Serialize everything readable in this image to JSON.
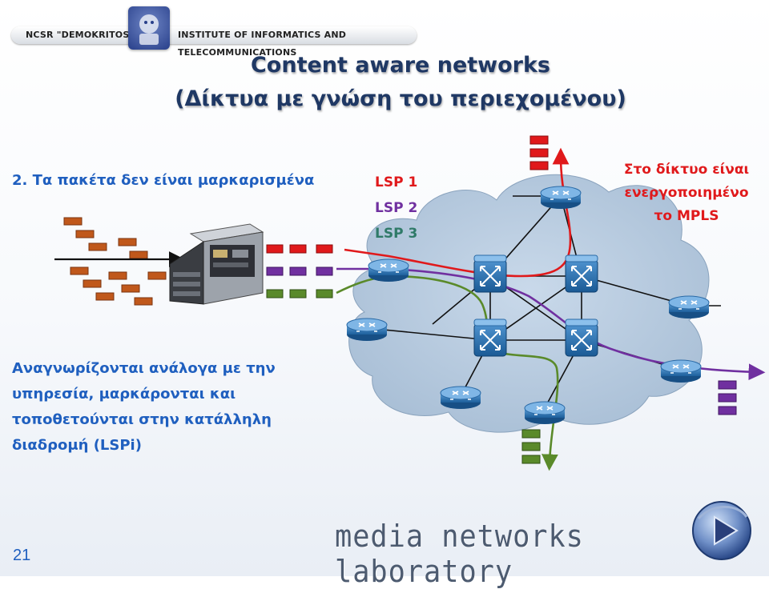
{
  "header": {
    "org_label": "NCSR \"DEMOKRITOS\"",
    "institute_label": "INSTITUTE OF INFORMATICS AND TELECOMMUNICATIONS"
  },
  "title": {
    "line1": "Content aware networks",
    "line2": "(Δίκτυα με γνώση του περιεχομένου)"
  },
  "step_text": "2. Τα πακέτα δεν είναι μαρκαρισμένα",
  "description_lines": [
    "Αναγνωρίζονται ανάλογα με την",
    "υπηρεσία, μαρκάρονται και",
    "τοποθετούνται στην κατάλληλη",
    "διαδρομή (LSPi)"
  ],
  "lsp_labels": [
    "LSP 1",
    "LSP 2",
    "LSP 3"
  ],
  "mpls_note_lines": [
    "Στο δίκτυο είναι",
    "ενεργοποιημένο",
    "το MPLS"
  ],
  "colors": {
    "lsp1": "#e0191b",
    "lsp2": "#7030a0",
    "lsp3": "#5a8a2a",
    "title": "#1f3864",
    "text_blue": "#1f5fbf"
  },
  "footer": {
    "page_number": "21",
    "lab_name": "media networks laboratory"
  }
}
